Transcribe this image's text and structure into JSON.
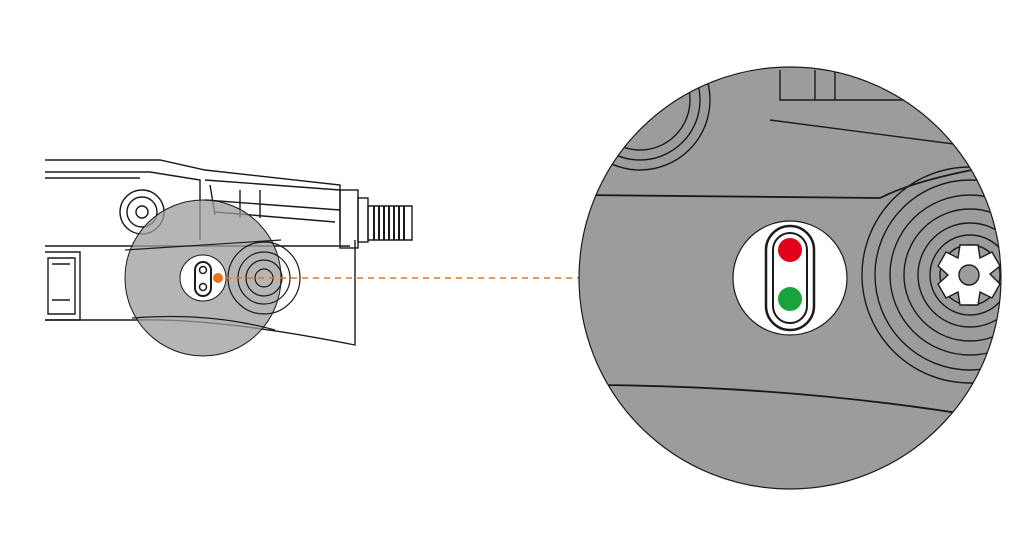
{
  "diagram": {
    "leds": [
      {
        "name": "status-led-top",
        "color": "#e2001a"
      },
      {
        "name": "status-led-bottom",
        "color": "#1aa33a"
      }
    ],
    "colors": {
      "outline": "#1a1a1a",
      "background": "#ffffff",
      "magnifier_fill": "#9c9c9c",
      "callout_line": "#e8731a",
      "window": "#ffffff"
    },
    "callout_style": "dashed"
  }
}
